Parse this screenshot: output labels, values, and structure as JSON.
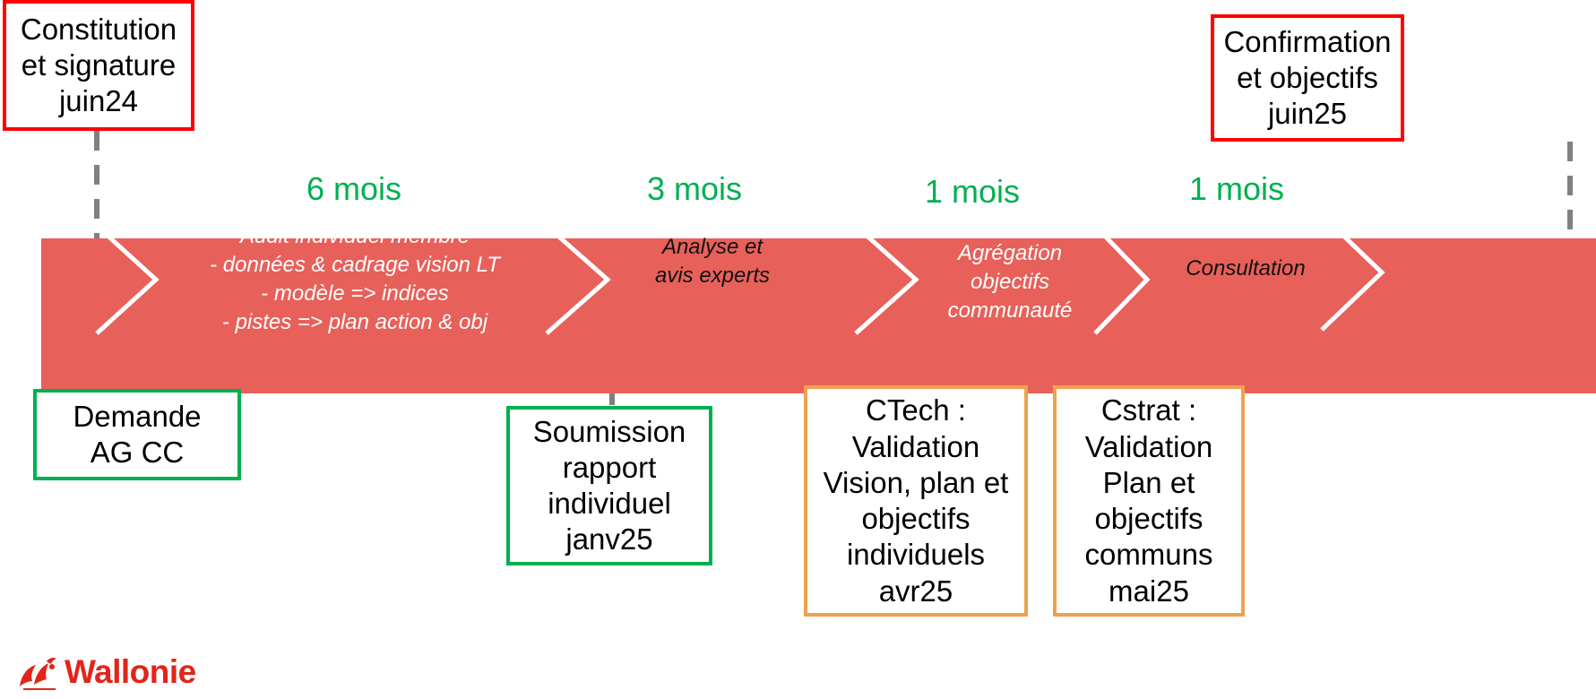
{
  "milestones_top": {
    "start": {
      "lines": "Constitution\net signature\njuin24"
    },
    "end": {
      "lines": "Confirmation\net objectifs\njuin25"
    }
  },
  "durations": [
    "6 mois",
    "3 mois",
    "1 mois",
    "1 mois"
  ],
  "phases": [
    {
      "text": "Audit individuel membre\n- données & cadrage vision LT\n- modèle => indices\n- pistes => plan action & obj"
    },
    {
      "text": "Analyse et\navis experts"
    },
    {
      "text": "Agrégation\nobjectifs\ncommunauté"
    },
    {
      "text": "Consultation"
    }
  ],
  "milestones_bottom": {
    "demande": {
      "lines": "Demande\nAG CC"
    },
    "soumission": {
      "lines": "Soumission\nrapport\nindividuel\njanv25"
    },
    "ctech": {
      "lines": "CTech :\nValidation\nVision, plan et\nobjectifs\nindividuels\navr25"
    },
    "cstrat": {
      "lines": "Cstrat :\nValidation\nPlan et\nobjectifs\ncommuns\nmai25"
    }
  },
  "logo": {
    "text": "Wallonie",
    "icon": "rooster-icon"
  },
  "colors": {
    "band": "#e8605a",
    "milestone_red": "#ff0000",
    "milestone_green": "#00b050",
    "milestone_orange": "#f0a050",
    "duration_text": "#00b050",
    "dash": "#808080",
    "logo": "#e1251b"
  }
}
